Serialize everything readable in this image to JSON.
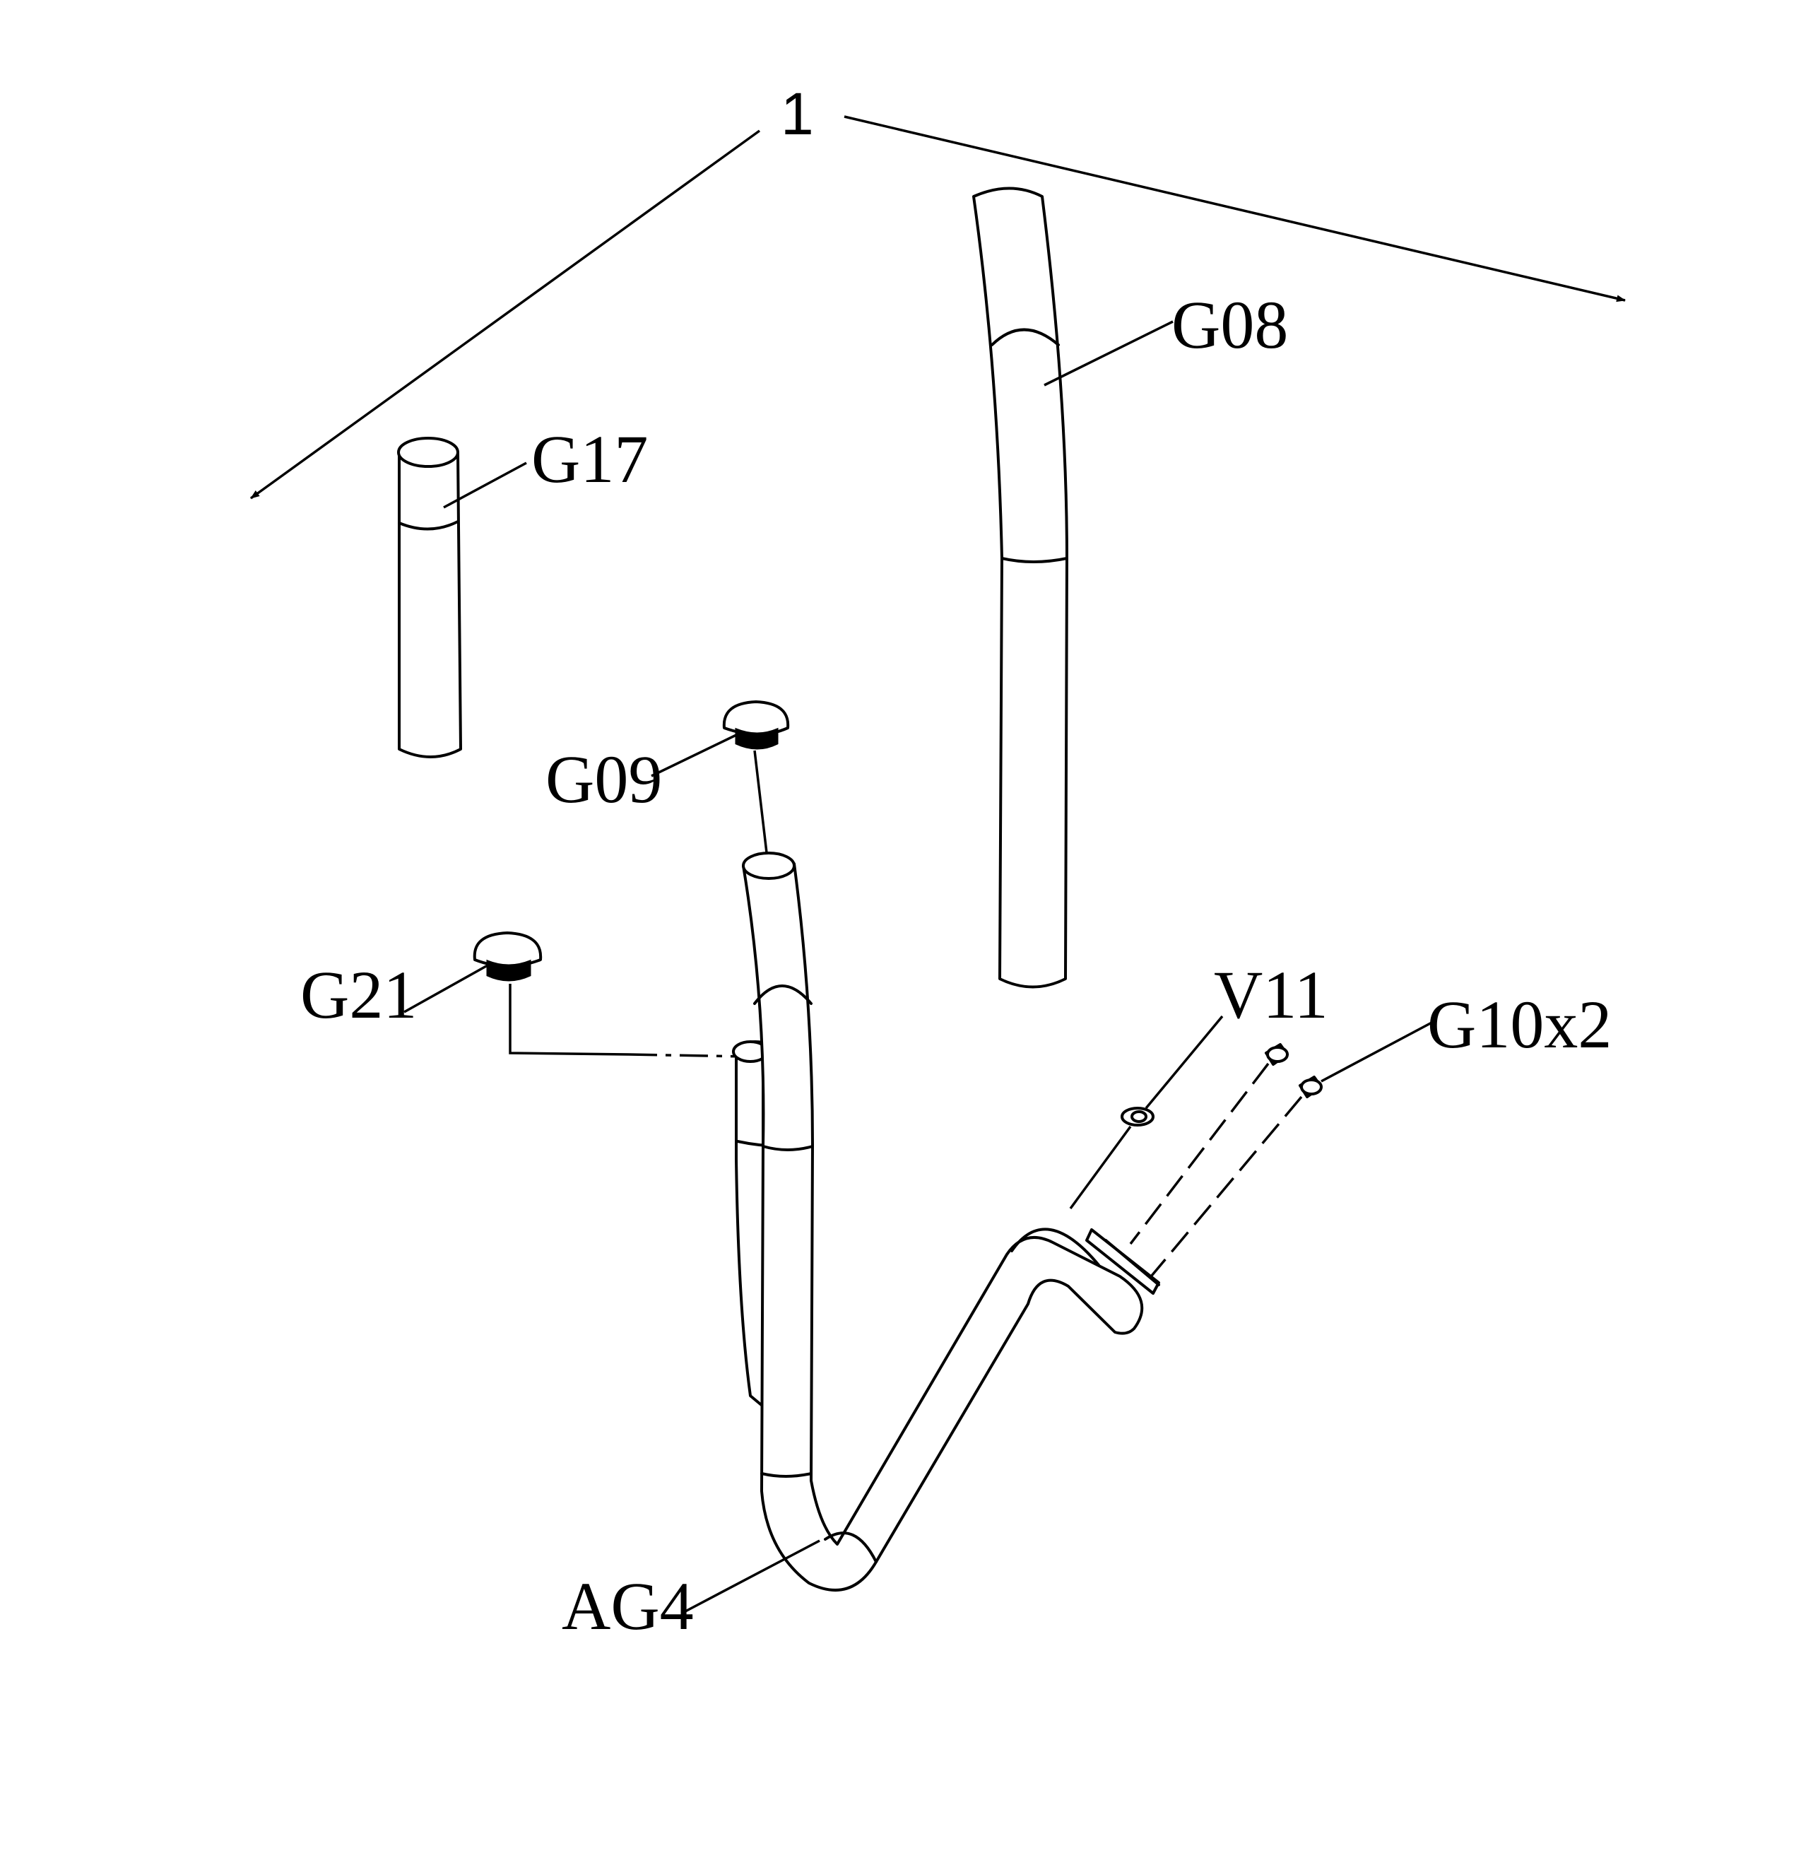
{
  "diagram": {
    "labels": {
      "assembly": "1",
      "g08": "G08",
      "g17": "G17",
      "g09": "G09",
      "g21": "G21",
      "v11": "V11",
      "g10": "G10x2",
      "ag4": "AG4"
    }
  }
}
